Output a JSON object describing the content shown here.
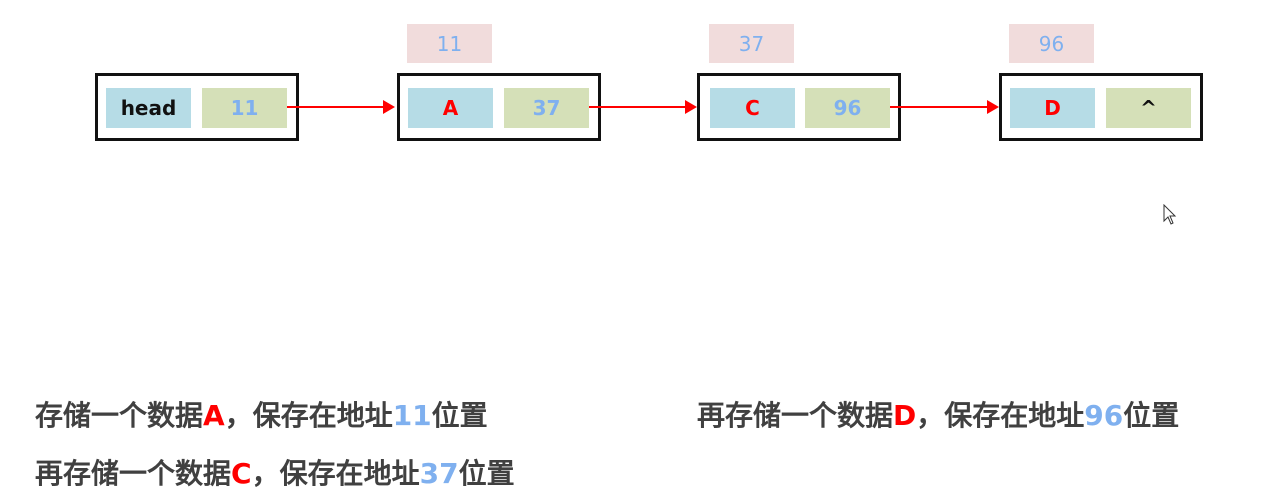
{
  "colors": {
    "data_cell": "#b6dce6",
    "next_cell": "#d5e0b8",
    "address": "#f1dcdc",
    "pointer": "#ff0000",
    "value": "#ff0000",
    "addr_text": "#7fb0ef"
  },
  "nodes": [
    {
      "data": "head",
      "next": "11"
    },
    {
      "address": "11",
      "data": "A",
      "next": "37"
    },
    {
      "address": "37",
      "data": "C",
      "next": "96"
    },
    {
      "address": "96",
      "data": "D",
      "next": "^"
    }
  ],
  "captions": [
    {
      "pre": "存储一个数据",
      "value": "A",
      "mid": "，保存在地址",
      "addr": "11",
      "post": "位置"
    },
    {
      "pre": "再存储一个数据",
      "value": "C",
      "mid": "，保存在地址",
      "addr": "37",
      "post": "位置"
    },
    {
      "pre": "再存储一个数据",
      "value": "D",
      "mid": "，保存在地址",
      "addr": "96",
      "post": "位置"
    }
  ]
}
